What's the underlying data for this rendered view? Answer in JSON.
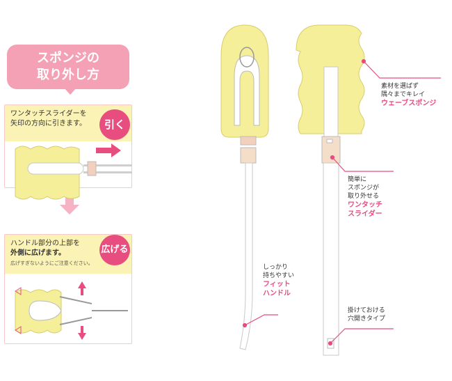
{
  "title": {
    "line1": "スポンジの",
    "line2": "取り外し方"
  },
  "step1": {
    "line1": "ワンタッチスライダーを",
    "line2": "矢印の方向に引きます。",
    "badge": "引く"
  },
  "step2": {
    "line1": "ハンドル部分の上部を",
    "line2": "外側に広げます。",
    "note": "広げすぎないようにご注意ください。",
    "badge": "広げる"
  },
  "annotations": {
    "sponge": {
      "line1": "素材を選ばず",
      "line2": "隅々までキレイ",
      "highlight": "ウェーブスポンジ"
    },
    "slider": {
      "line1": "簡単に",
      "line2": "スポンジが",
      "line3": "取り外せる",
      "highlight1": "ワンタッチ",
      "highlight2": "スライダー"
    },
    "handle": {
      "line1": "しっかり",
      "line2": "持ちやすい",
      "highlight1": "フィット",
      "highlight2": "ハンドル"
    },
    "hole": {
      "line1": "掛けておける",
      "line2": "穴開きタイプ"
    }
  },
  "colors": {
    "pink": "#e84d7f",
    "sponge": "#f5ef9a",
    "sponge_edge": "#d9cc6a",
    "note_bg": "#fbf2b5",
    "title": "#f4a0b5"
  }
}
